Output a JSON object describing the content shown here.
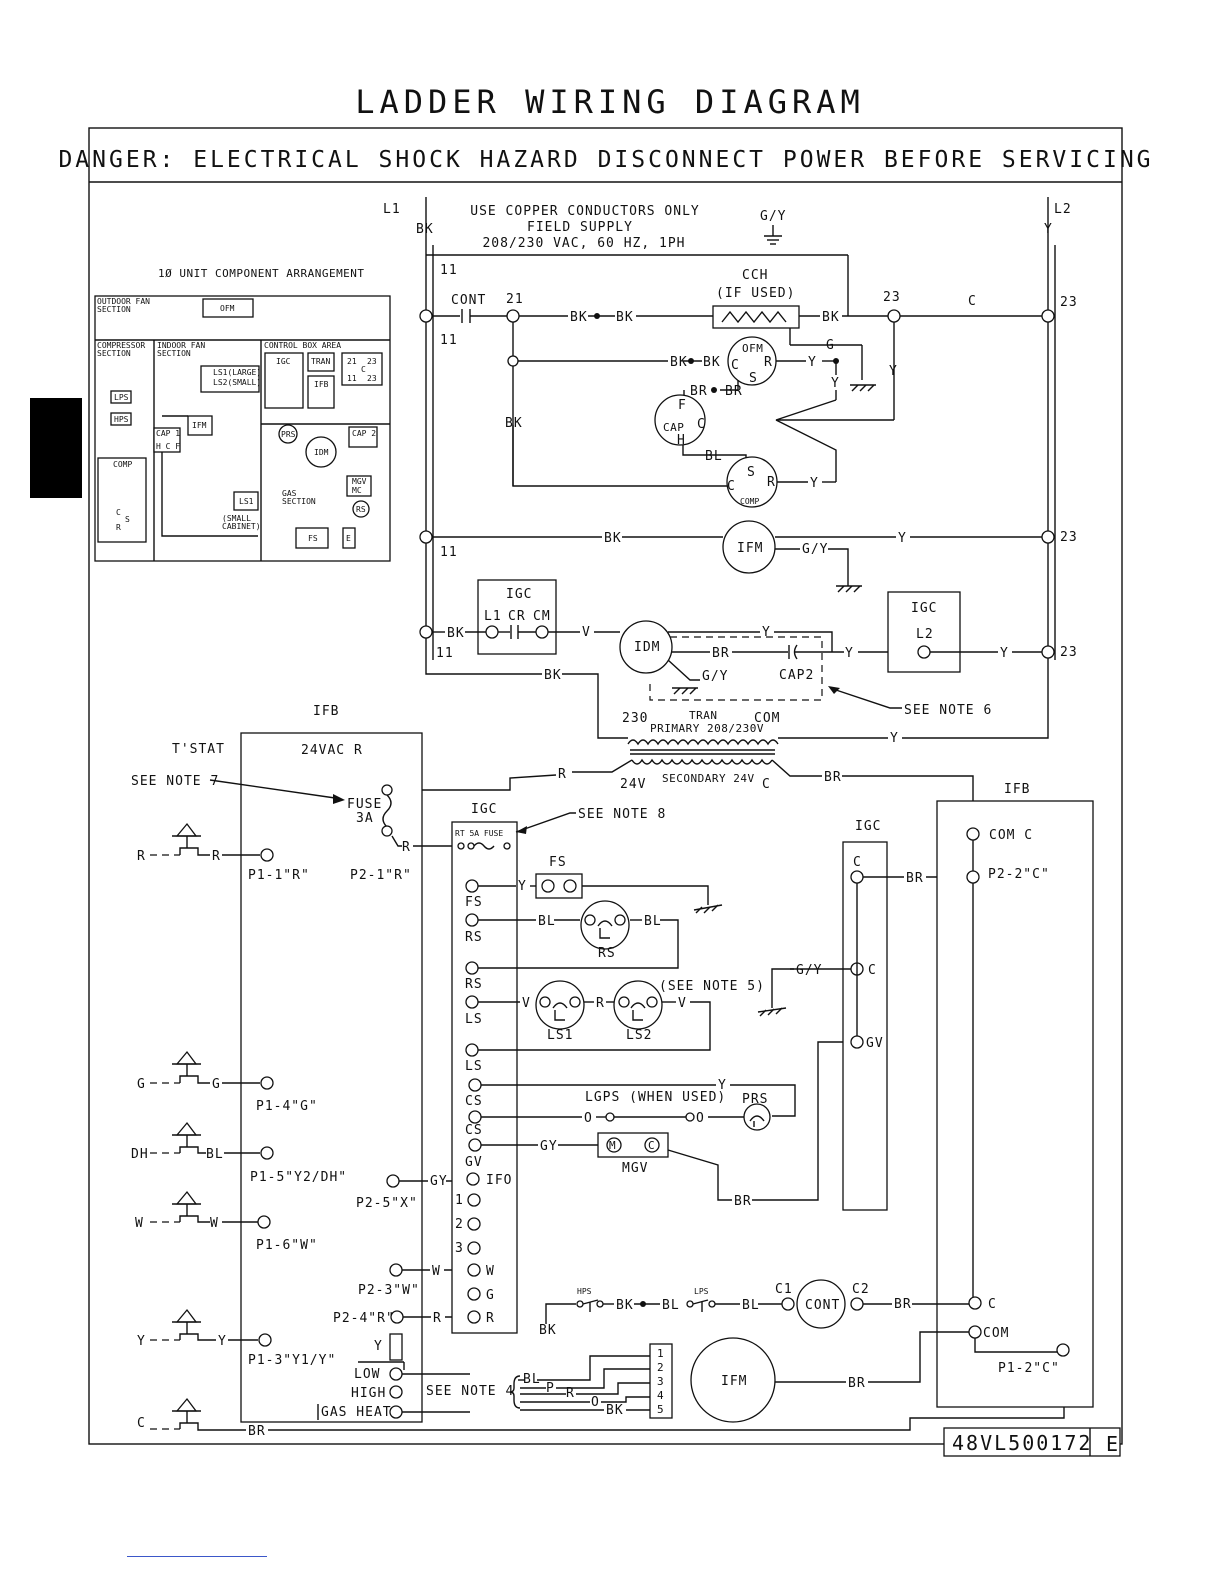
{
  "title": "LADDER WIRING DIAGRAM",
  "danger": "DANGER: ELECTRICAL SHOCK HAZARD DISCONNECT POWER BEFORE SERVICING",
  "supply": {
    "l1": "L1",
    "l2": "L2",
    "bk": "BK",
    "y": "Y",
    "gy": "G/Y",
    "line1": "USE COPPER CONDUCTORS ONLY",
    "line2": "FIELD SUPPLY",
    "line3": "208/230 VAC, 60 HZ, 1PH"
  },
  "arrangement": {
    "title": "1Ø UNIT COMPONENT ARRANGEMENT",
    "outdoor_fan": [
      "OUTDOOR FAN",
      "SECTION"
    ],
    "ofm": "OFM",
    "compressor": [
      "COMPRESSOR",
      "SECTION"
    ],
    "indoor_fan": [
      "INDOOR FAN",
      "SECTION"
    ],
    "control_box": "CONTROL BOX AREA",
    "ls1_large": "LS1(LARGE)",
    "ls2_small": "LS2(SMALL)",
    "igc": "IGC",
    "tran": "TRAN",
    "ifb": "IFB",
    "term_21": "21",
    "term_23": "23",
    "term_11": "11",
    "term_c": "C",
    "lps": "LPS",
    "hps": "HPS",
    "ifm": "IFM",
    "comp": "COMP",
    "cap1": "CAP 1",
    "hcf": "H C F",
    "prs": "PRS",
    "idm": "IDM",
    "cap2": "CAP 2",
    "ls1": "LS1",
    "small_cab": [
      "(SMALL",
      "CABINET)"
    ],
    "gas": [
      "GAS",
      "SECTION"
    ],
    "mgv": [
      "MGV",
      "MC"
    ],
    "rs": "RS",
    "fs": "FS",
    "e": "E",
    "comp_c": "C",
    "comp_s": "S",
    "comp_r": "R"
  },
  "labels": {
    "n11": "11",
    "n21": "21",
    "n23": "23",
    "cont": "CONT",
    "cch": "CCH",
    "if_used": "(IF USED)",
    "bk": "BK",
    "c": "C",
    "g": "G",
    "y": "Y",
    "br": "BR",
    "bl": "BL",
    "v": "V",
    "r": "R",
    "gy": "G/Y",
    "grey": "GY",
    "w": "W",
    "p": "P",
    "o": "O",
    "ofm": "OFM",
    "s": "S",
    "f": "F",
    "h": "H",
    "cap": "CAP",
    "comp": "COMP",
    "ifm": "IFM",
    "igc": "IGC",
    "l1": "L1",
    "cr": "CR",
    "cm": "CM",
    "idm": "IDM",
    "cap2": "CAP2",
    "l2": "L2",
    "see_note_6": "SEE NOTE 6",
    "tran": "TRAN",
    "n230": "230",
    "primary": "PRIMARY 208/230V",
    "com": "COM",
    "v24": "24V",
    "secondary": "SECONDARY 24V",
    "ifb": "IFB",
    "tstat": "T'STAT",
    "vac24r": "24VAC R",
    "see_note_7": "SEE NOTE 7",
    "fuse": "FUSE",
    "fuse_a": "3A",
    "rt5a": "RT 5A FUSE",
    "see_note_8": "SEE NOTE 8",
    "fs": "FS",
    "rs": "RS",
    "ls": "LS",
    "ls1": "LS1",
    "ls2": "LS2",
    "see_note_5": "(SEE NOTE 5)",
    "cs": "CS",
    "lgps": "LGPS (WHEN USED)",
    "prs": "PRS",
    "gv": "GV",
    "mgv": "MGV",
    "ifo": "IFO",
    "n1": "1",
    "n2": "2",
    "n3": "3",
    "com_c": "COM C",
    "p22c": "P2-2\"C\"",
    "p11r": "P1-1\"R\"",
    "p21r": "P2-1\"R\"",
    "p14g": "P1-4\"G\"",
    "p15": "P1-5\"Y2/DH\"",
    "p25x": "P2-5\"X\"",
    "p16w": "P1-6\"W\"",
    "p23w": "P2-3\"W\"",
    "p24r": "P2-4\"R\"",
    "p13": "P1-3\"Y1/Y\"",
    "p12c": "P1-2\"C\"",
    "dh": "DH",
    "low": "LOW",
    "high": "HIGH",
    "gas_heat": "GAS HEAT",
    "see_note_4": "SEE NOTE 4",
    "hps": "HPS",
    "lps": "LPS",
    "c1": "C1",
    "c2": "C2",
    "cont_label": "CONT",
    "pins": [
      "1",
      "2",
      "3",
      "4",
      "5"
    ],
    "part_no": "48VL500172",
    "rev": "E"
  }
}
